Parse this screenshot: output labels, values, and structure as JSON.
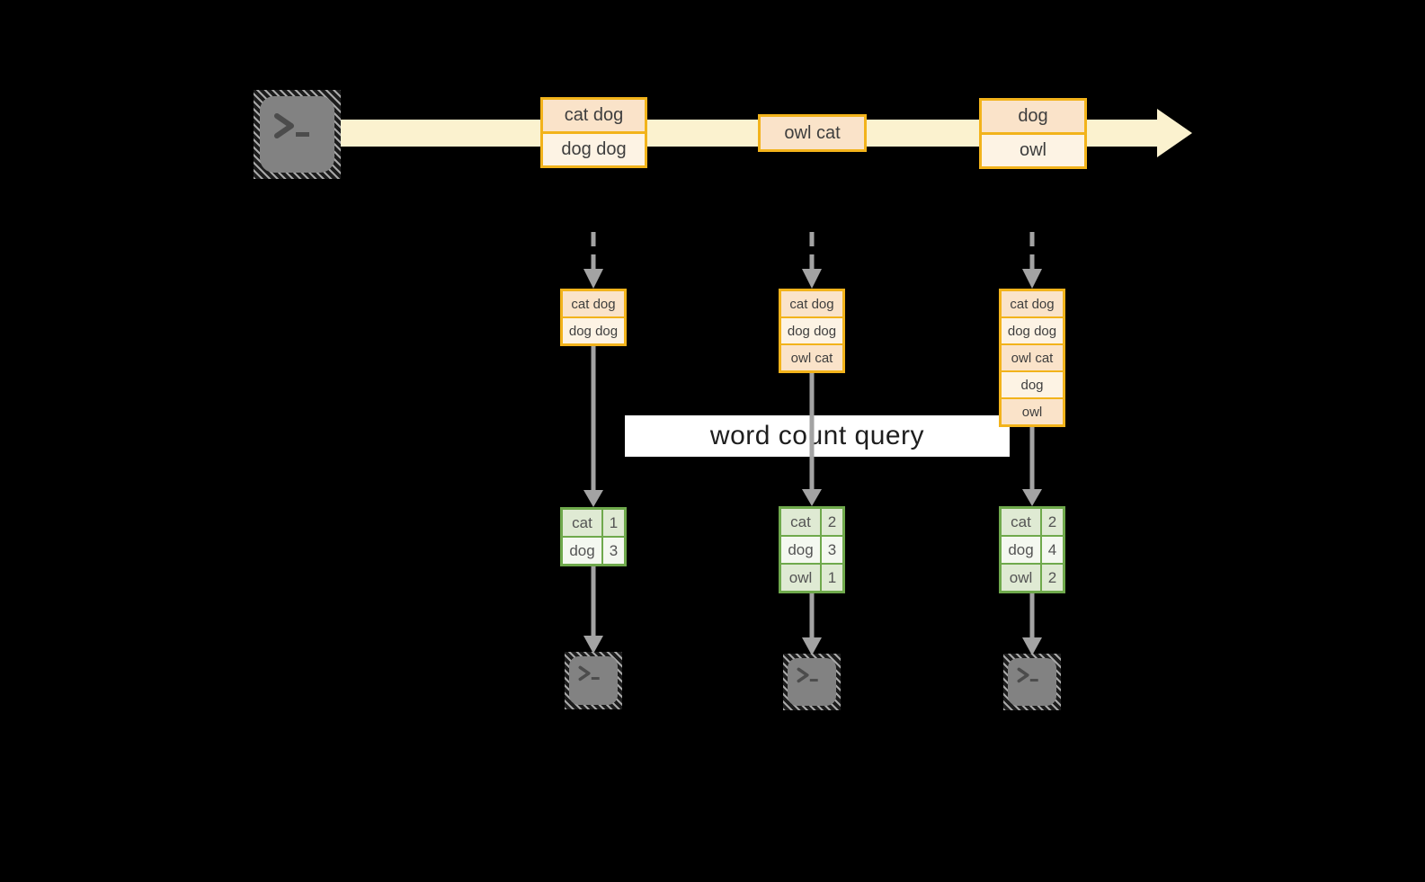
{
  "colors": {
    "background": "#000000",
    "orange": "#f2b31b",
    "peach": "#fae3c9",
    "cream": "#fdf3e4",
    "stream_band": "#fbf2cf",
    "green": "#6fa94c",
    "green_light": "#dfead3",
    "green_pale": "#f4f8f0",
    "arrow": "#a3a3a3",
    "terminal_body": "#828282",
    "terminal_glyph": "#4c4c4c",
    "band_bg": "#ffffff",
    "band_text": "#1e1e1e",
    "row_text": "#3e3e3e",
    "table_text": "#545454"
  },
  "query": {
    "label": "word count query"
  },
  "stream": {
    "source": {
      "icon": "terminal-icon",
      "prompt": ">_"
    },
    "events": [
      {
        "records": [
          "cat dog",
          "dog dog"
        ]
      },
      {
        "records": [
          "owl cat"
        ]
      },
      {
        "records": [
          "dog",
          "owl"
        ]
      }
    ]
  },
  "columns": [
    {
      "accumulated": [
        "cat dog",
        "dog dog"
      ],
      "counts": [
        {
          "word": "cat",
          "count": "1"
        },
        {
          "word": "dog",
          "count": "3"
        }
      ],
      "sink": {
        "icon": "terminal-icon",
        "prompt": ">_"
      }
    },
    {
      "accumulated": [
        "cat dog",
        "dog dog",
        "owl cat"
      ],
      "counts": [
        {
          "word": "cat",
          "count": "2"
        },
        {
          "word": "dog",
          "count": "3"
        },
        {
          "word": "owl",
          "count": "1"
        }
      ],
      "sink": {
        "icon": "terminal-icon",
        "prompt": ">_"
      }
    },
    {
      "accumulated": [
        "cat dog",
        "dog dog",
        "owl cat",
        "dog",
        "owl"
      ],
      "counts": [
        {
          "word": "cat",
          "count": "2"
        },
        {
          "word": "dog",
          "count": "4"
        },
        {
          "word": "owl",
          "count": "2"
        }
      ],
      "sink": {
        "icon": "terminal-icon",
        "prompt": ">_"
      }
    }
  ]
}
